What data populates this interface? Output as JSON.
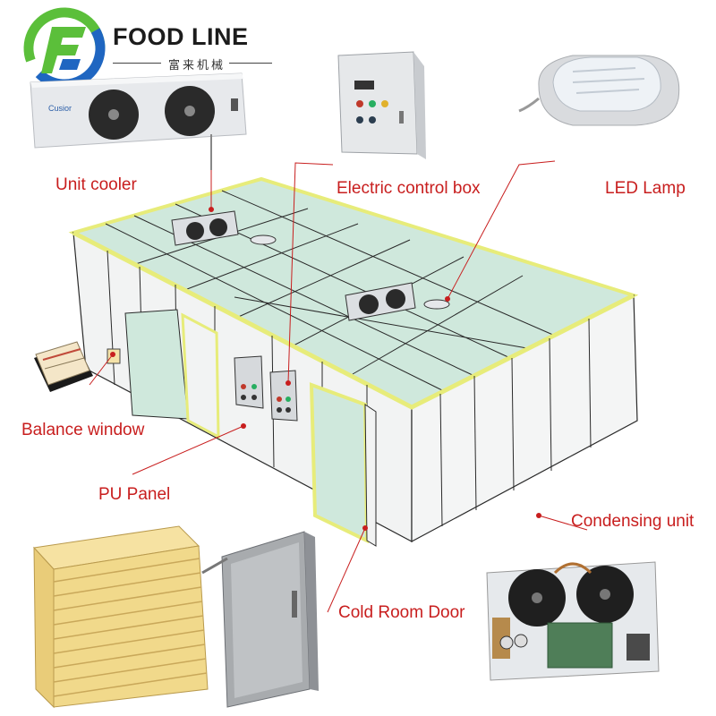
{
  "brand": {
    "name": "FOOD LINE",
    "subtitle": "富来机械",
    "colors": {
      "green": "#5bbf3a",
      "blue": "#1f66c1"
    }
  },
  "cooler_brand": "Cusior",
  "labels": {
    "unit_cooler": "Unit cooler",
    "electric_control_box": "Electric control box",
    "led_lamp": "LED Lamp",
    "balance_window": "Balance window",
    "pu_panel": "PU Panel",
    "condensing_unit": "Condensing unit",
    "cold_room_door": "Cold Room Door"
  },
  "colors": {
    "label_red": "#c81e1e",
    "glass": "#cfe8dc",
    "frame_yellow": "#e7ec7a",
    "panel_foam": "#f1d98b"
  }
}
